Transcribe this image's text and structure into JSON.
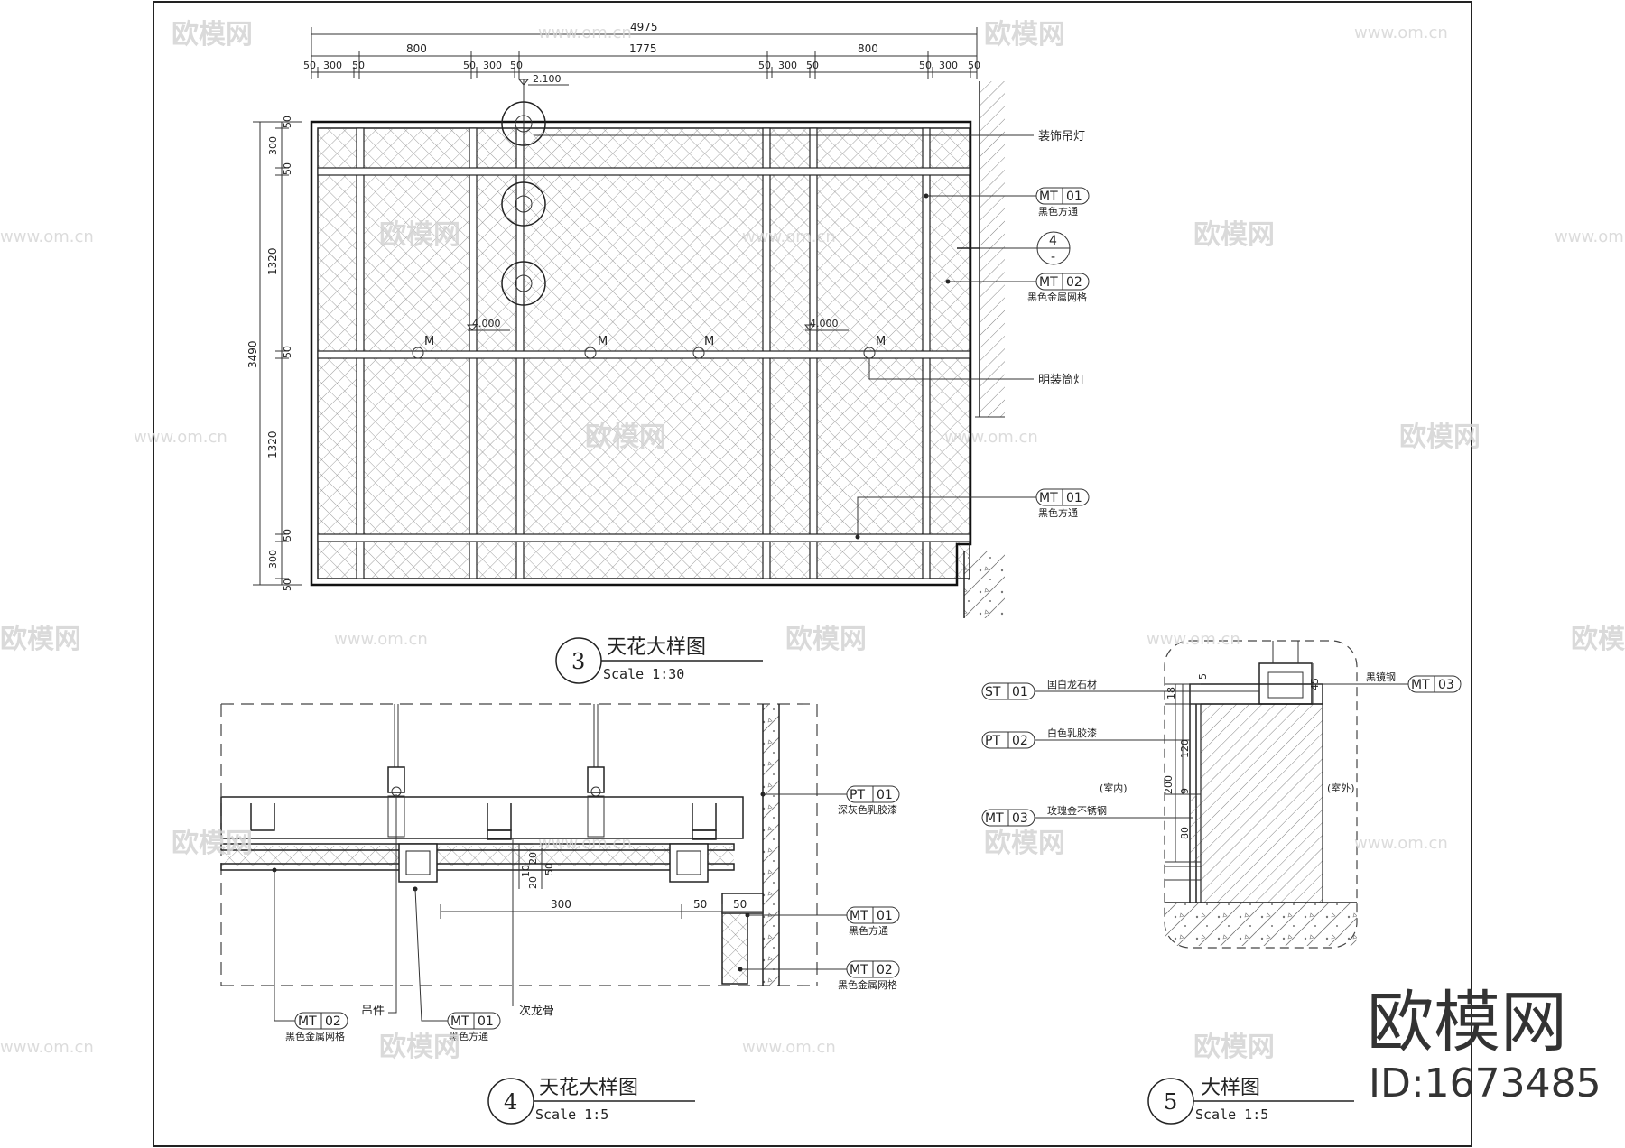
{
  "drawing3": {
    "number": "3",
    "title": "天花大样图",
    "scale": "Scale 1:30",
    "top_dims": {
      "overall": "4975",
      "segments": [
        "800",
        "1775",
        "800"
      ],
      "sub": [
        "50",
        "300",
        "50",
        "50",
        "300",
        "50",
        "50",
        "300",
        "50",
        "50",
        "300",
        "50"
      ]
    },
    "left_dims": {
      "overall": "3490",
      "segments": [
        "50",
        "300",
        "50",
        "1320",
        "50",
        "1320",
        "50",
        "300",
        "50"
      ]
    },
    "levels": [
      "2.100",
      "4.000",
      "4.000"
    ],
    "light_marker": "M",
    "callouts": [
      {
        "text": "装饰吊灯"
      },
      {
        "code": "MT",
        "num": "01",
        "desc": "黑色方通"
      },
      {
        "section_num": "4",
        "section_ref": "-"
      },
      {
        "code": "MT",
        "num": "02",
        "desc": "黑色金属网格"
      },
      {
        "text": "明装筒灯"
      },
      {
        "code": "MT",
        "num": "01",
        "desc": "黑色方通"
      }
    ]
  },
  "drawing4": {
    "number": "4",
    "title": "天花大样图",
    "scale": "Scale 1:5",
    "dims": [
      "300",
      "50",
      "50",
      "10",
      "20",
      "20",
      "50"
    ],
    "labels": [
      "吊件",
      "次龙骨"
    ],
    "callouts": [
      {
        "code": "PT",
        "num": "01",
        "desc": "深灰色乳胶漆"
      },
      {
        "code": "MT",
        "num": "01",
        "desc": "黑色方通"
      },
      {
        "code": "MT",
        "num": "02",
        "desc": "黑色金属网格"
      },
      {
        "code": "MT",
        "num": "02",
        "desc": "黑色金属网格"
      },
      {
        "code": "MT",
        "num": "01",
        "desc": "黑色方通"
      }
    ]
  },
  "drawing5": {
    "number": "5",
    "title": "大样图",
    "scale": "Scale 1:5",
    "dims": [
      "18",
      "5",
      "45",
      "120",
      "200",
      "9",
      "80"
    ],
    "inside": "(室内)",
    "outside": "(室外)",
    "callouts": [
      {
        "code": "ST",
        "num": "01",
        "desc": "国白龙石材"
      },
      {
        "code": "PT",
        "num": "02",
        "desc": "白色乳胶漆"
      },
      {
        "code": "MT",
        "num": "03",
        "desc": "玫瑰金不锈钢"
      },
      {
        "code": "MT",
        "num": "03",
        "desc": "黑镜钢"
      }
    ]
  },
  "watermark": {
    "brand": "欧模网",
    "url": "www.om.cn",
    "id": "ID:1673485"
  },
  "colors": {
    "line": "#222222",
    "watermark": "#d4d4d4",
    "background": "#ffffff"
  }
}
